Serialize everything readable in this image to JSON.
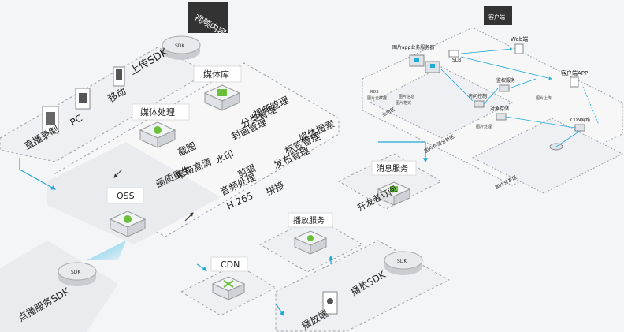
{
  "left": {
    "video_content_tag": "视频内容",
    "upload_sdk": "上传SDK",
    "sdk_label": "SDK",
    "mobile": "移动",
    "pc": "PC",
    "live_record": "直播录制",
    "media_library": "媒体库",
    "media_processing": "媒体处理",
    "oss": "OSS",
    "library_features": [
      "视频管理",
      "分类管理",
      "封面管理",
      "媒体搜索",
      "标签管理",
      "发布管理"
    ],
    "processing_features": [
      "截图",
      "水印",
      "剪辑",
      "拼接",
      "窄带高清",
      "音频处理",
      "画质重生",
      "H.265"
    ],
    "message_service": "消息服务",
    "developer_subscribe": "开发者订阅",
    "play_service": "播放服务",
    "play_sdk": "播放SDK",
    "cdn": "CDN",
    "player": "播放端",
    "vod_sdk": "点播服务SDK"
  },
  "right": {
    "client_tag": "客户端",
    "web": "Web端",
    "app_server": "图片app业务服务器",
    "slb": "SLB",
    "client_app": "客户端APP",
    "auth_service": "鉴权服务",
    "access_control": "访问控制",
    "object_storage": "对象存储",
    "cdn_network": "CDN网络",
    "storage_zone": "图片存储分析区",
    "distribution_zone": "图片分发区",
    "business_zone": "业务区",
    "side_labels": [
      "RDS",
      "图片元数据",
      "图片信息",
      "图片格式",
      "图片处理",
      "图片上传"
    ]
  },
  "colors": {
    "accent_green": "#6cbf3c",
    "accent_cyan": "#1fa9d6",
    "dark_tag": "#333333",
    "dashed": "#9aa0a6"
  }
}
